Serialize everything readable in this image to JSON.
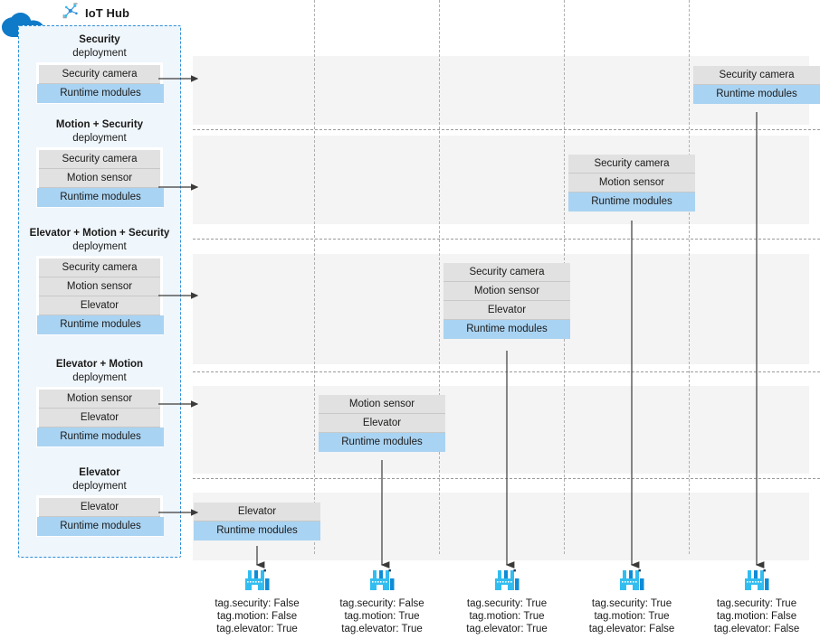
{
  "hub": {
    "title": "IoT Hub",
    "icon": "iot-hub-node-icon",
    "cloud_icon": "cloud-icon",
    "accent": "#2f8fd8",
    "fill": "#eff6fc"
  },
  "labels": {
    "deployment_suffix": "deployment",
    "runtime_modules": "Runtime modules",
    "security_camera": "Security camera",
    "motion_sensor": "Motion sensor",
    "elevator": "Elevator"
  },
  "colors": {
    "module": "#e1e1e1",
    "runtime": "#a9d3f2",
    "band": "#f4f4f4",
    "device_icon": "#32bdf0",
    "device_icon_dark": "#0f8cd6"
  },
  "deployments": [
    {
      "name": "Security",
      "sub": "deployment",
      "modules": [
        "Security camera"
      ],
      "runtime": "Runtime modules"
    },
    {
      "name": "Motion + Security",
      "sub": "deployment",
      "modules": [
        "Security camera",
        "Motion sensor"
      ],
      "runtime": "Runtime modules"
    },
    {
      "name": "Elevator + Motion + Security",
      "sub": "deployment",
      "modules": [
        "Security camera",
        "Motion sensor",
        "Elevator"
      ],
      "runtime": "Runtime modules"
    },
    {
      "name": "Elevator + Motion",
      "sub": "deployment",
      "modules": [
        "Motion sensor",
        "Elevator"
      ],
      "runtime": "Runtime modules"
    },
    {
      "name": "Elevator",
      "sub": "deployment",
      "modules": [
        "Elevator"
      ],
      "runtime": "Runtime modules"
    }
  ],
  "grid_stacks": [
    {
      "row": 0,
      "column": 4,
      "modules": [
        "Security camera"
      ],
      "runtime": "Runtime modules"
    },
    {
      "row": 1,
      "column": 3,
      "modules": [
        "Security camera",
        "Motion sensor"
      ],
      "runtime": "Runtime modules"
    },
    {
      "row": 2,
      "column": 2,
      "modules": [
        "Security camera",
        "Motion sensor",
        "Elevator"
      ],
      "runtime": "Runtime modules"
    },
    {
      "row": 3,
      "column": 1,
      "modules": [
        "Motion sensor",
        "Elevator"
      ],
      "runtime": "Runtime modules"
    },
    {
      "row": 4,
      "column": 0,
      "modules": [
        "Elevator"
      ],
      "runtime": "Runtime modules"
    }
  ],
  "devices": [
    {
      "icon": "factory-icon",
      "tags": [
        "tag.security: False",
        "tag.motion: False",
        "tag.elevator: True"
      ]
    },
    {
      "icon": "factory-icon",
      "tags": [
        "tag.security: False",
        "tag.motion: True",
        "tag.elevator: True"
      ]
    },
    {
      "icon": "factory-icon",
      "tags": [
        "tag.security: True",
        "tag.motion: True",
        "tag.elevator: True"
      ]
    },
    {
      "icon": "factory-icon",
      "tags": [
        "tag.security: True",
        "tag.motion: True",
        "tag.elevator: False"
      ]
    },
    {
      "icon": "factory-icon",
      "tags": [
        "tag.security: True",
        "tag.motion: False",
        "tag.elevator: False"
      ]
    }
  ]
}
